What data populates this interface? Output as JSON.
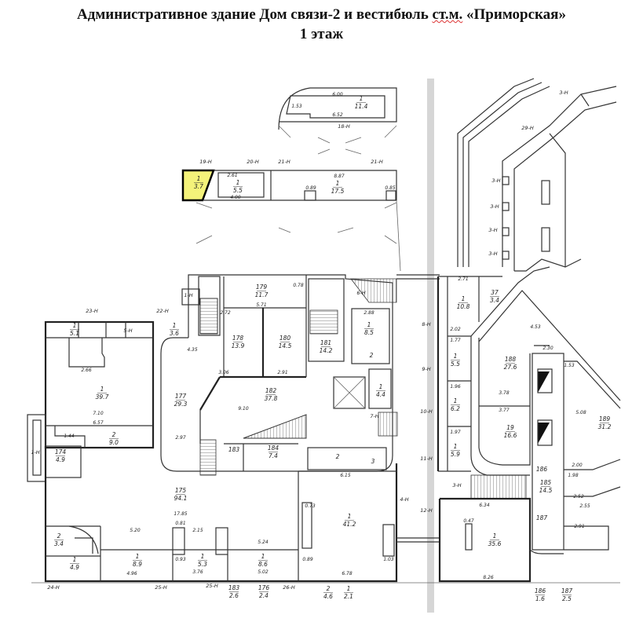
{
  "title": {
    "line1_a": "Административное здание Дом связи-2 и вестибюль ",
    "line1_b": "ст.м.",
    "line1_c": " «Приморская»",
    "line2": "1 этаж"
  },
  "colors": {
    "highlight": "#f4f27a",
    "wall": "#333333",
    "fold": "#cfcfcf"
  },
  "rooms": [
    {
      "no": "1",
      "area": "11.4"
    },
    {
      "no": "1",
      "area": "5.5"
    },
    {
      "no": "1",
      "area": "17.5"
    },
    {
      "no": "1",
      "area": "3.7",
      "highlighted": true
    },
    {
      "no": "1",
      "area": "5.1"
    },
    {
      "no": "1",
      "area": "3.6"
    },
    {
      "no": "1",
      "area": "39.7"
    },
    {
      "no": "2",
      "area": "9.0"
    },
    {
      "no": "174",
      "area": "4.9"
    },
    {
      "no": "177",
      "area": "29.3"
    },
    {
      "no": "179",
      "area": "11.7"
    },
    {
      "no": "178",
      "area": "13.9"
    },
    {
      "no": "180",
      "area": "14.5"
    },
    {
      "no": "181",
      "area": "14.2"
    },
    {
      "no": "1",
      "area": "8.5"
    },
    {
      "no": "182",
      "area": "37.8"
    },
    {
      "no": "1",
      "area": "4.4"
    },
    {
      "no": "184",
      "area": "7.4"
    },
    {
      "no": "175",
      "area": "94.1"
    },
    {
      "no": "2",
      "area": "3.4"
    },
    {
      "no": "1",
      "area": "4.9"
    },
    {
      "no": "1",
      "area": "8.9"
    },
    {
      "no": "1",
      "area": "5.3"
    },
    {
      "no": "1",
      "area": "8.6"
    },
    {
      "no": "1",
      "area": "41.2"
    },
    {
      "no": "183",
      "area": "2.6"
    },
    {
      "no": "176",
      "area": "2.4"
    },
    {
      "no": "2",
      "area": "4.6"
    },
    {
      "no": "1",
      "area": "2.1"
    },
    {
      "no": "1",
      "area": "10.8"
    },
    {
      "no": "37",
      "area": "3.4"
    },
    {
      "no": "1",
      "area": "5.5"
    },
    {
      "no": "1",
      "area": "6.2"
    },
    {
      "no": "1",
      "area": "5.9"
    },
    {
      "no": "188",
      "area": "27.6"
    },
    {
      "no": "19",
      "area": "16.6"
    },
    {
      "no": "189",
      "area": "31.2"
    },
    {
      "no": "185",
      "area": "14.5"
    },
    {
      "no": "1",
      "area": "35.6"
    },
    {
      "no": "186",
      "area": "1.6"
    },
    {
      "no": "187",
      "area": "2.5"
    }
  ],
  "marks": [
    "2",
    "3",
    "183",
    "2",
    "186",
    "187"
  ],
  "exits": [
    "18-Н",
    "19-Н",
    "20-Н",
    "21-Н",
    "21-Н",
    "23-Н",
    "22-Н",
    "5-Н",
    "1-Н",
    "1-Н",
    "6-Н",
    "7-Н",
    "4-Н",
    "24-Н",
    "25-Н",
    "25-Н",
    "26-Н",
    "8-Н",
    "9-Н",
    "10-Н",
    "11-Н",
    "3-Н",
    "12-Н",
    "3-Н",
    "29-Н",
    "3-Н",
    "3-Н",
    "3-Н",
    "3-Н"
  ],
  "dims": [
    "6.00",
    "1.53",
    "6.52",
    "2.61",
    "8.87",
    "0.89",
    "0.85",
    "4.00",
    "2.66",
    "7.10",
    "6.57",
    "1.44",
    "4.35",
    "2.97",
    "5.71",
    "0.78",
    "2.72",
    "2.88",
    "3.06",
    "2.91",
    "9.10",
    "6.15",
    "0.73",
    "17.85",
    "0.81",
    "5.20",
    "2.15",
    "5.24",
    "0.93",
    "0.89",
    "1.03",
    "4.96",
    "3.76",
    "5.02",
    "6.78",
    "2.71",
    "2.02",
    "1.77",
    "1.96",
    "3.78",
    "3.77",
    "1.97",
    "4.53",
    "2.30",
    "1.53",
    "5.08",
    "2.00",
    "1.98",
    "2.52",
    "2.55",
    "2.91",
    "6.34",
    "0.47",
    "8.26"
  ]
}
